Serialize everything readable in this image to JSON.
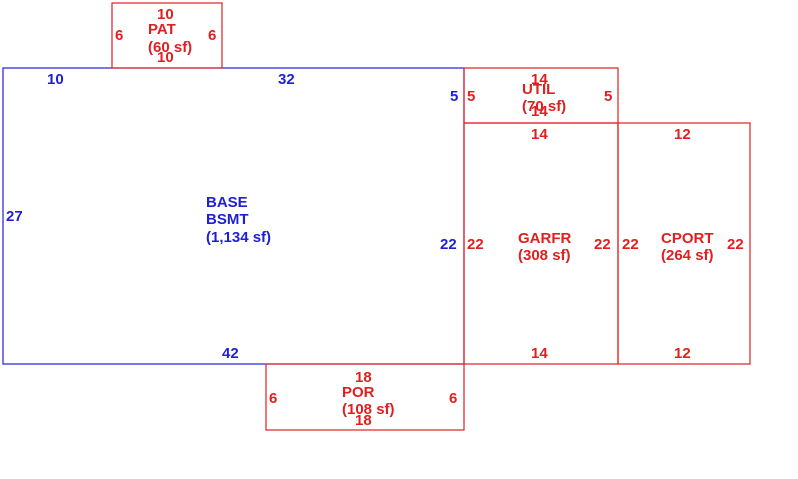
{
  "colors": {
    "base": "#1f1fd6",
    "addon": "#e02020",
    "background": "#ffffff"
  },
  "areas": {
    "base": {
      "line1": "BASE",
      "line2": "BSMT",
      "area": "(1,134 sf)",
      "dims": {
        "top_a": "10",
        "top_b": "32",
        "notch": "5",
        "right": "22",
        "bottom": "42",
        "left": "27"
      }
    },
    "pat": {
      "name": "PAT",
      "area": "(60 sf)",
      "dims": {
        "top": "10",
        "bottom": "10",
        "left": "6",
        "right": "6"
      }
    },
    "util": {
      "name": "UTIL",
      "area": "(70 sf)",
      "dims": {
        "top": "14",
        "bottom": "14",
        "left": "5",
        "right": "5"
      }
    },
    "garfr": {
      "name": "GARFR",
      "area": "(308 sf)",
      "dims": {
        "top": "14",
        "bottom": "14",
        "left": "22",
        "right": "22"
      }
    },
    "cport": {
      "name": "CPORT",
      "area": "(264 sf)",
      "dims": {
        "top": "12",
        "bottom": "12",
        "left": "22",
        "right": "22"
      }
    },
    "por": {
      "name": "POR",
      "area": "(108 sf)",
      "dims": {
        "top": "18",
        "bottom": "18",
        "left": "6",
        "right": "6"
      }
    }
  }
}
